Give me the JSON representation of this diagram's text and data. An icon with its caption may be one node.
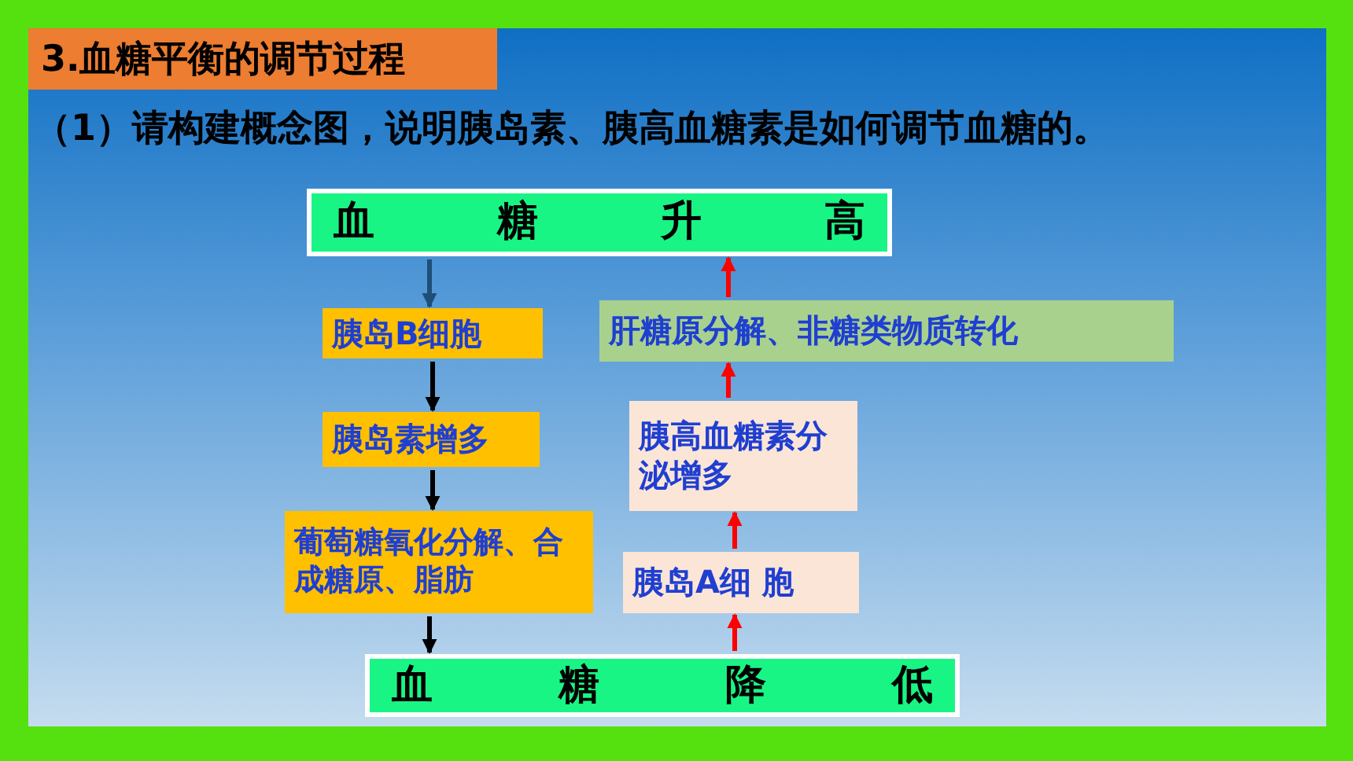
{
  "diagram": {
    "title": "3.血糖平衡的调节过程",
    "nodes": [
      {
        "text": [
          "血 糖 升 高"
        ]
      },
      {
        "text": [
          "胰岛B细胞"
        ]
      },
      {
        "text": [
          "胰岛素增多"
        ]
      },
      {
        "text": [
          "葡萄糖氧化分解、合成糖原、脂肪"
        ]
      },
      {
        "text": [
          "血 糖 降 低"
        ]
      },
      {
        "text": [
          "胰岛A细 胞"
        ]
      },
      {
        "text": [
          "胰高血糖素分泌增多"
        ]
      },
      {
        "text": [
          "肝糖原分解、非糖类物质转化"
        ]
      }
    ],
    "edges": [
      {
        "from": 0,
        "to": 1,
        "arrow": "to",
        "color": "#1f4e79"
      },
      {
        "from": 1,
        "to": 2,
        "arrow": "to",
        "color": "#000000"
      },
      {
        "from": 2,
        "to": 3,
        "arrow": "to",
        "color": "#000000"
      },
      {
        "from": 3,
        "to": 4,
        "arrow": "to",
        "color": "#000000"
      },
      {
        "from": 4,
        "to": 5,
        "arrow": "to"
      },
      {
        "from": 5,
        "to": 6,
        "arrow": "to"
      },
      {
        "from": 6,
        "to": 7,
        "arrow": "to"
      },
      {
        "from": 7,
        "to": 0,
        "arrow": "to"
      }
    ],
    "labels": [
      "（1）请构建概念图，说明胰岛素、胰高血糖素是如何调节血糖的。"
    ]
  }
}
